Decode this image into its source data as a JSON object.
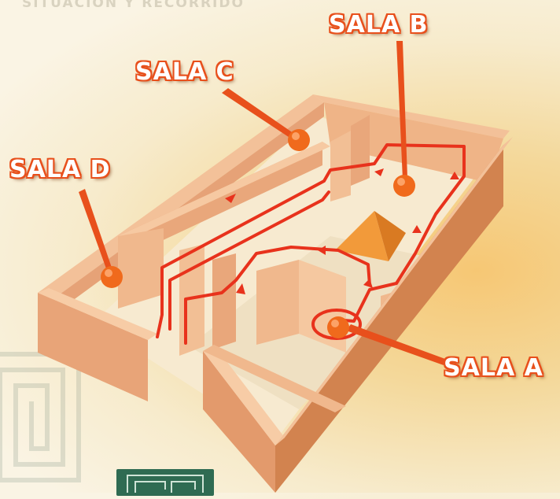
{
  "header": {
    "text": "SITUACIÓN Y RECORRIDO"
  },
  "rooms": {
    "a": {
      "label": "SALA A"
    },
    "b": {
      "label": "SALA B"
    },
    "c": {
      "label": "SALA C"
    },
    "d": {
      "label": "SALA D"
    }
  },
  "colors": {
    "wall_top": "#f2b48a",
    "wall_side": "#d98a5e",
    "floor": "#f7ead0",
    "route": "#e8321c",
    "marker": "#f06a1c",
    "label_stroke": "#e8501c",
    "pyramid": "#f29a3a",
    "logo": "#2f6b52"
  },
  "icons": {
    "marker": "room-dot-icon",
    "pyramid": "pyramid-icon",
    "logo": "maze-logo-icon"
  }
}
